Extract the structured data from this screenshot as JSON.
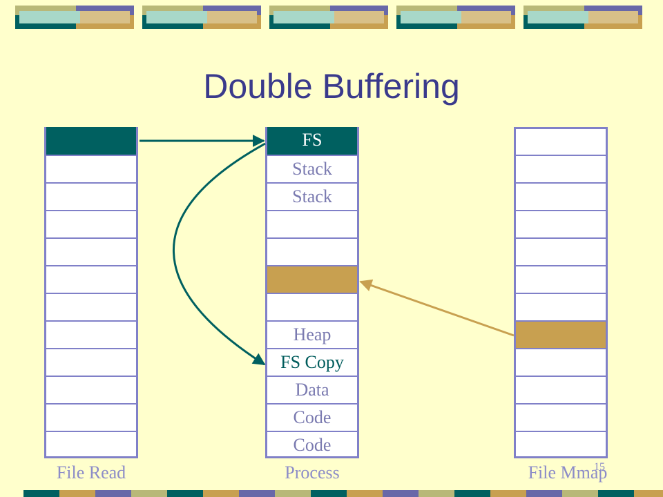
{
  "title": "Double Buffering",
  "slide_number": "15",
  "colors": {
    "background": "#ffffcc",
    "title": "#3a3a8c",
    "frame": "#8080c8",
    "teal": "#006060",
    "gold": "#c8a050",
    "band_khaki": "#b8b878",
    "band_purple": "#6868a8",
    "band_mint": "#a8d8c8",
    "band_tan": "#d8c088"
  },
  "columns": {
    "file_read": {
      "label": "File Read",
      "cells": [
        "",
        "",
        "",
        "",
        "",
        "",
        "",
        "",
        "",
        "",
        "",
        ""
      ],
      "highlight_teal": [
        0
      ],
      "highlight_gold": []
    },
    "process": {
      "label": "Process",
      "cells": [
        "FS",
        "Stack",
        "Stack",
        "",
        "",
        "",
        "",
        "Heap",
        "FS Copy",
        "Data",
        "Code",
        "Code"
      ],
      "highlight_teal": [
        0
      ],
      "highlight_gold": [
        5
      ]
    },
    "file_mmap": {
      "label": "File Mmap",
      "cells": [
        "",
        "",
        "",
        "",
        "",
        "",
        "",
        "",
        "",
        "",
        "",
        ""
      ],
      "highlight_teal": [],
      "highlight_gold": [
        7
      ]
    }
  },
  "arrows": [
    {
      "from": "file_read.0",
      "to": "process.0",
      "color": "teal"
    },
    {
      "from": "process.0",
      "to": "process.8",
      "color": "teal"
    },
    {
      "from": "file_mmap.7",
      "to": "process.5",
      "color": "gold"
    }
  ]
}
